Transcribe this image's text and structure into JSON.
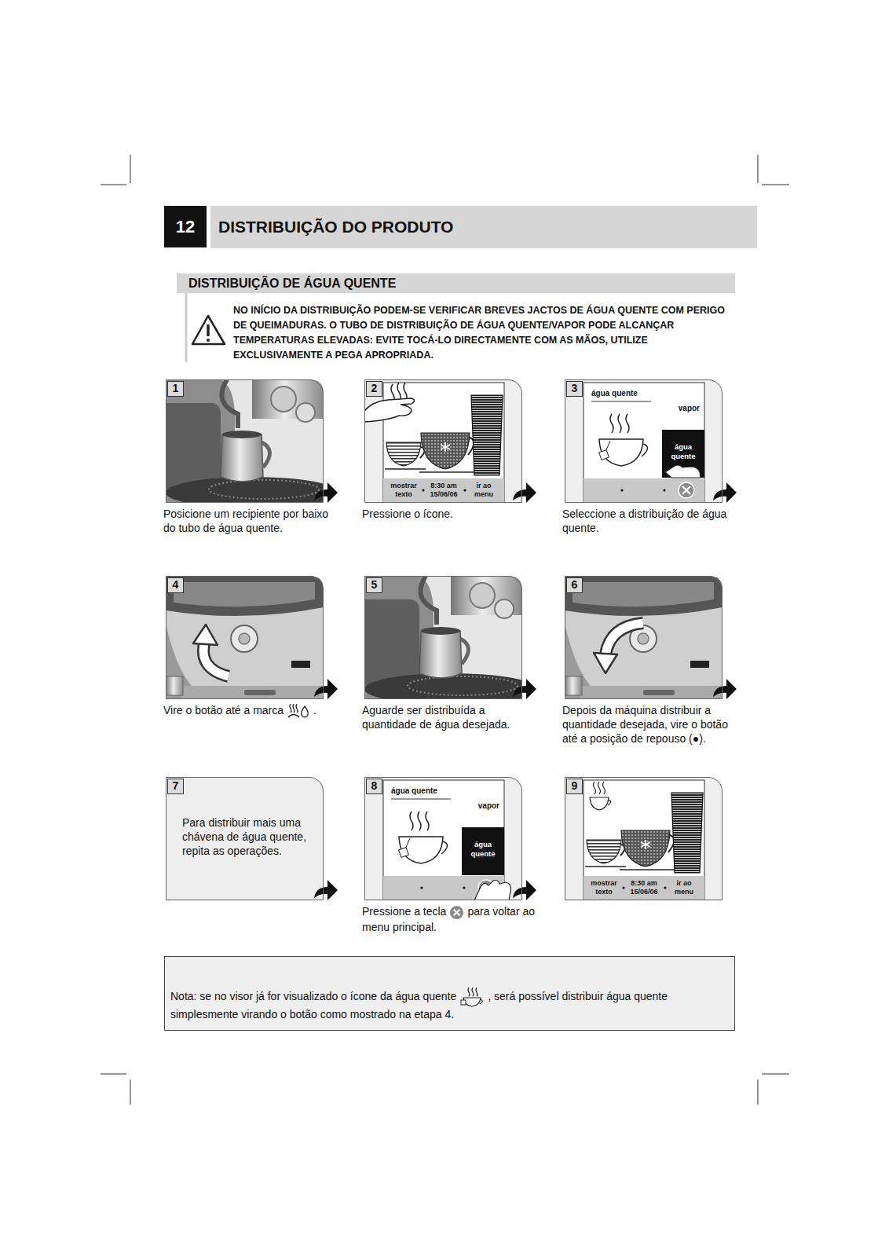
{
  "diagram": {
    "title": "DISTRIBUIÇÃO DO PRODUTO",
    "nodes": [
      {
        "text": [
          "1",
          "Posicione um recipiente por baixo do tubo de água quente."
        ]
      },
      {
        "text": [
          "2",
          "Pressione o ícone."
        ]
      },
      {
        "text": [
          "3",
          "Seleccione a distribuição de água quente."
        ]
      },
      {
        "text": [
          "4",
          "Vire o botão até a marca",
          "."
        ]
      },
      {
        "text": [
          "5",
          "Aguarde ser distribuída a quantidade de água desejada."
        ]
      },
      {
        "text": [
          "6",
          "Depois da máquina distribuir a quantidade desejada, vire o botão até a posição de repouso (●)."
        ]
      },
      {
        "text": [
          "7",
          "Para distribuir mais uma chávena de água quente, repita as operações."
        ]
      },
      {
        "text": [
          "8",
          "Pressione a tecla",
          "para voltar ao menu principal."
        ]
      },
      {
        "text": [
          "9"
        ]
      },
      {
        "text": [
          "Nota: se no visor já for visualizado o ícone da água quente",
          ", será possível distribuir água quente simplesmente virando o botão como mostrado na etapa 4."
        ]
      }
    ],
    "labels": [
      "12",
      "DISTRIBUIÇÃO DE ÁGUA QUENTE",
      "NO INÍCIO DA DISTRIBUIÇÃO PODEM-SE VERIFICAR BREVES JACTOS DE ÁGUA QUENTE COM PERIGO DE QUEIMADURAS. O TUBO DE DISTRIBUIÇÃO DE ÁGUA QUENTE/VAPOR PODE ALCANÇAR TEMPERATURAS ELEVADAS: EVITE TOCÁ-LO DIRECTAMENTE COM AS MÃOS, UTILIZE EXCLUSIVAMENTE A PEGA APROPRIADA.",
      "mostrar texto",
      "8:30 am 15/06/06",
      "ir ao menu",
      "água quente",
      "vapor",
      "água quente",
      "água quente",
      "vapor",
      "água quente",
      "mostrar texto",
      "8:30 am 15/06/06",
      "ir ao menu"
    ]
  }
}
